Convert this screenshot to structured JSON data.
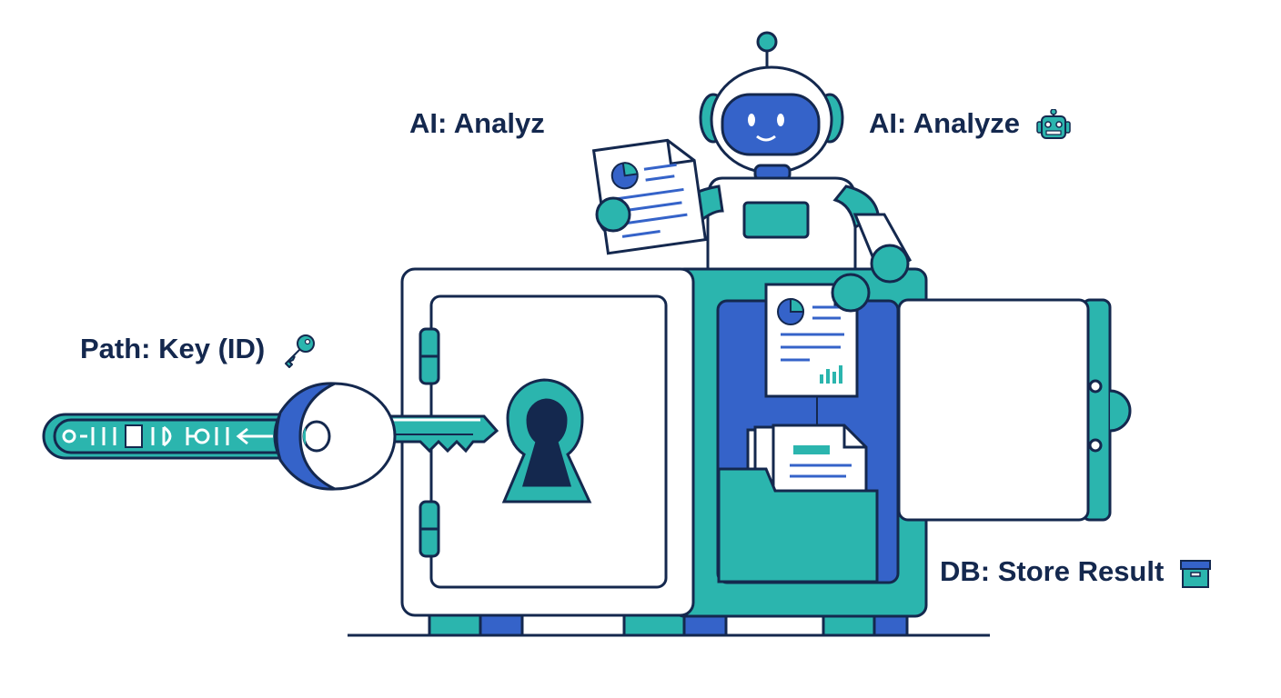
{
  "labels": {
    "ai_left": "AI: Analyz",
    "ai_right": "AI: Analyze",
    "path": "Path: Key (ID)",
    "db": "DB: Store Result"
  },
  "icons": {
    "ai_right": "robot-icon",
    "path": "key-icon",
    "db": "archive-box-icon"
  },
  "colors": {
    "navy": "#14284e",
    "teal": "#2bb5ae",
    "blue": "#3563c9",
    "light_teal": "#bfe9e6"
  }
}
